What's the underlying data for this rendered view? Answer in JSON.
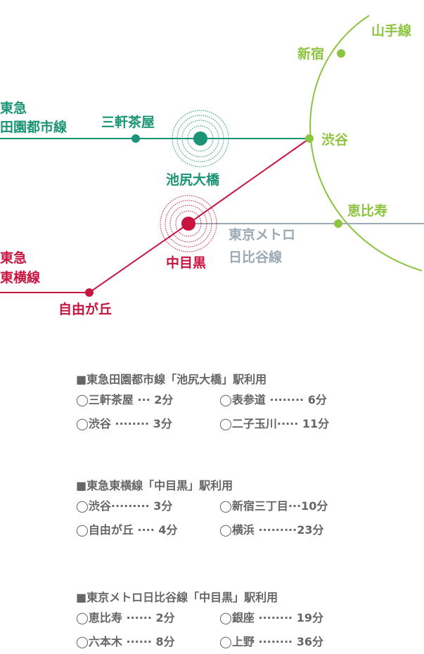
{
  "colors": {
    "yamanote": "#8dc43f",
    "denentoshi": "#1a9475",
    "toyoko": "#c8153f",
    "hibiya": "#9aa9b3",
    "info_text": "#666666"
  },
  "map": {
    "lines": {
      "yamanote": "山手線",
      "denentoshi": [
        "東急",
        "田園都市線"
      ],
      "toyoko": [
        "東急",
        "東横線"
      ],
      "hibiya": [
        "東京メトロ",
        "日比谷線"
      ]
    },
    "stations": {
      "shinjuku": "新宿",
      "shibuya": "渋谷",
      "ebisu": "恵比寿",
      "sangenjaya": "三軒茶屋",
      "ikejiri_ohashi": "池尻大橋",
      "nakameguro": "中目黒",
      "jiyugaoka": "自由が丘"
    }
  },
  "info": [
    {
      "heading": "■東急田園都市線「池尻大橋」駅利用",
      "rows": [
        [
          {
            "station": "◯三軒茶屋",
            "dots": " ··· ",
            "time": "2分"
          },
          {
            "station": "◯表参道",
            "dots": " ········ ",
            "time": "6分"
          }
        ],
        [
          {
            "station": "◯渋谷",
            "dots": " ········ ",
            "time": "3分"
          },
          {
            "station": "◯二子玉川",
            "dots": "····· ",
            "time": "11分"
          }
        ]
      ]
    },
    {
      "heading": "■東急東横線「中目黒」駅利用",
      "rows": [
        [
          {
            "station": "◯渋谷",
            "dots": "········· ",
            "time": "3分"
          },
          {
            "station": "◯新宿三丁目",
            "dots": "···",
            "time": "10分"
          }
        ],
        [
          {
            "station": "◯自由が丘",
            "dots": " ···· ",
            "time": "4分"
          },
          {
            "station": "◯横浜",
            "dots": " ·········",
            "time": "23分"
          }
        ]
      ]
    },
    {
      "heading": "■東京メトロ日比谷線「中目黒」駅利用",
      "rows": [
        [
          {
            "station": "◯恵比寿",
            "dots": " ······ ",
            "time": "2分"
          },
          {
            "station": "◯銀座",
            "dots": " ········ ",
            "time": "19分"
          }
        ],
        [
          {
            "station": "◯六本木",
            "dots": " ······ ",
            "time": "8分"
          },
          {
            "station": "◯上野",
            "dots": " ········ ",
            "time": "36分"
          }
        ]
      ]
    }
  ]
}
